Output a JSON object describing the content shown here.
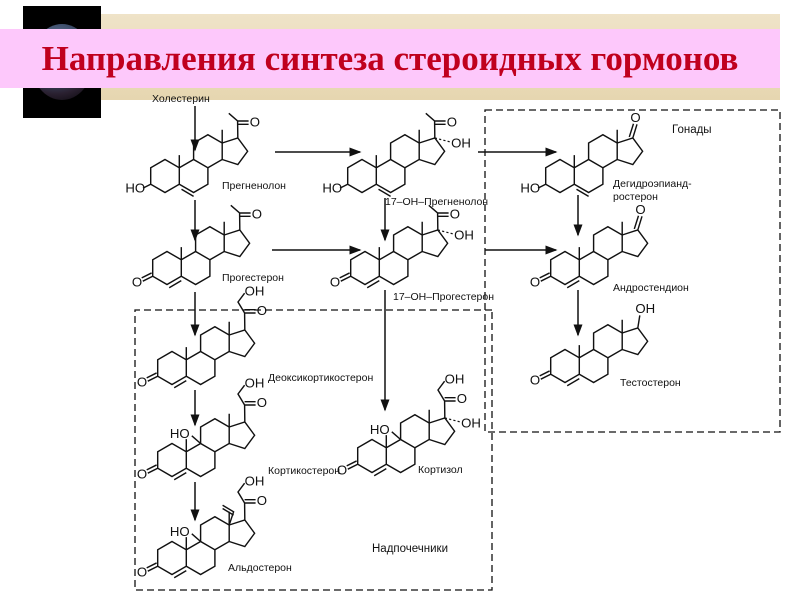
{
  "title": "Направления синтеза стероидных гормонов",
  "regions": {
    "gonads": "Гонады",
    "adrenals": "Надпочечники"
  },
  "start": "Холестерин",
  "atoms": {
    "ho": "HO",
    "oh": "OH",
    "o": "O"
  },
  "compounds": {
    "pregnenolone": "Прегненолон",
    "oh_pregnenolone": "17–OH–Прегненолон",
    "dhea_1": "Дегидроэпианд-",
    "dhea_2": "ростерон",
    "progesterone": "Прогестерон",
    "oh_progesterone": "17–OH–Прогестерон",
    "androstenedione": "Андростендион",
    "deoxycorticosterone": "Деоксикортикостерон",
    "testosterone": "Тестостерон",
    "corticosterone": "Кортикостерон",
    "cortisol": "Кортизол",
    "aldosterone": "Альдостерон"
  },
  "colors": {
    "title": "#c0001e",
    "band": "#fdc8fb"
  }
}
